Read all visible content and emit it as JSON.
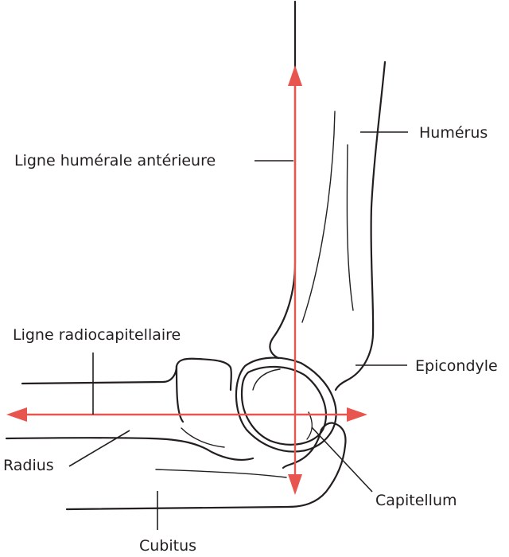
{
  "labels": {
    "humerus": "Humérus",
    "anterior_humeral_line": "Ligne humérale antérieure",
    "radiocapitellar_line": "Ligne radiocapitellaire",
    "epicondyle": "Epicondyle",
    "radius": "Radius",
    "capitellum": "Capitellum",
    "cubitus": "Cubitus"
  },
  "colors": {
    "reference_lines": "#e8554e",
    "outline": "#231f20"
  }
}
